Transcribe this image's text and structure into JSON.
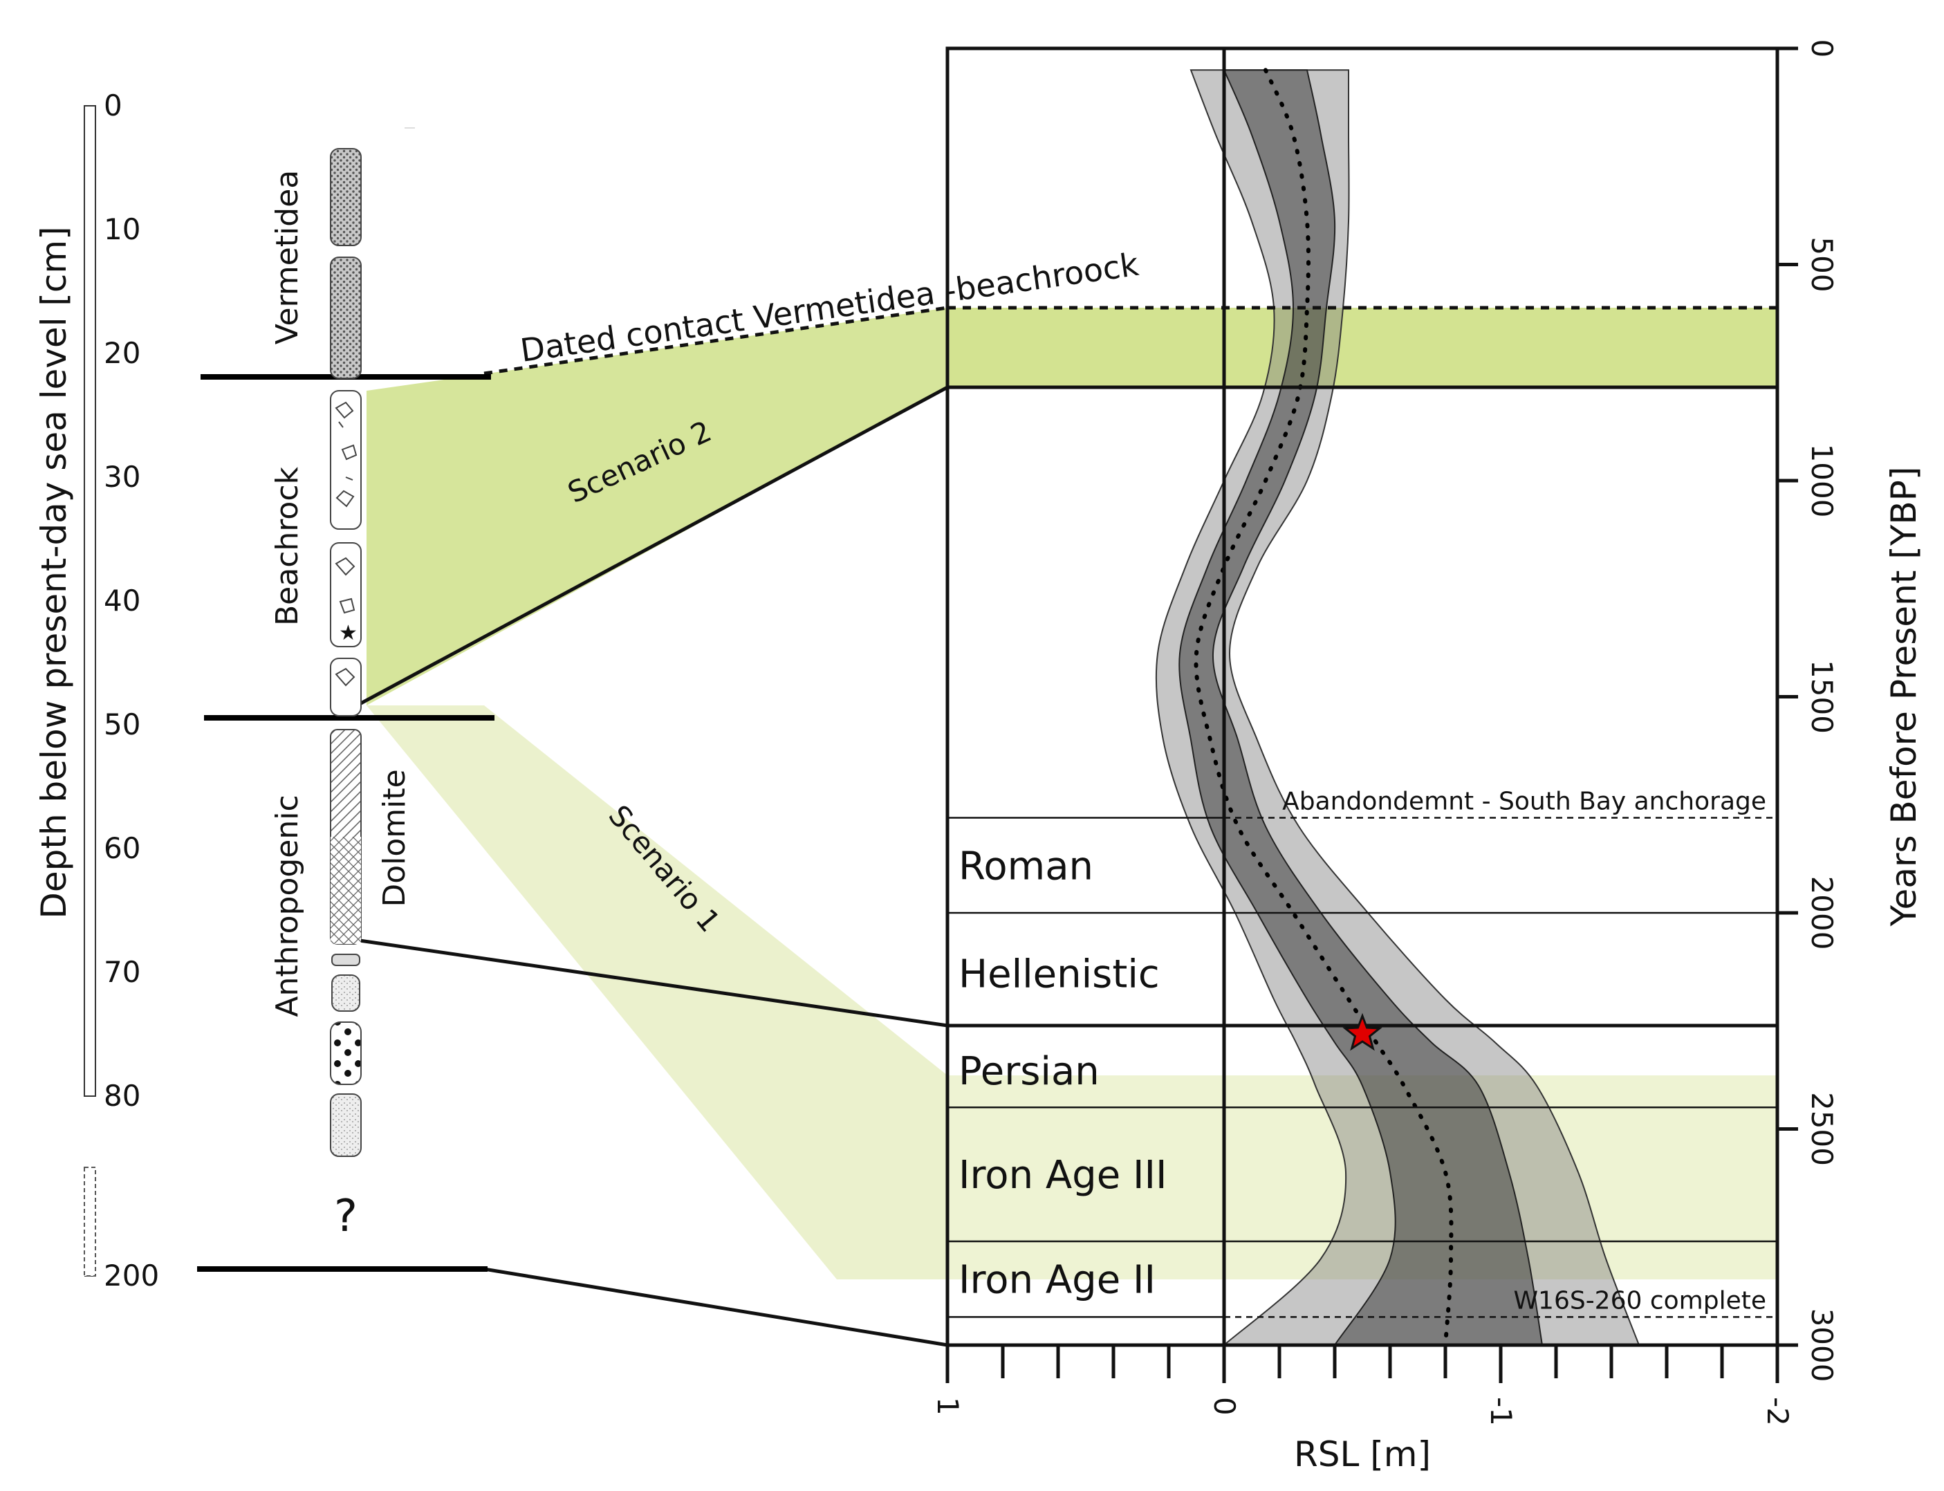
{
  "chart_data": {
    "type": "area",
    "title": "",
    "xlabel": "RSL [m]",
    "ylabel": "Years Before Present [YBP]",
    "xlim": [
      1,
      -2
    ],
    "ylim": [
      0,
      3000
    ],
    "x_ticks": [
      "1",
      "0",
      "-1",
      "-2"
    ],
    "x_ticks_minor": [
      1,
      0.8,
      0.6,
      0.4,
      0.2,
      0,
      -0.2,
      -0.4,
      -0.6,
      -0.8,
      -1,
      -1.2,
      -1.4,
      -1.6,
      -1.8,
      -2
    ],
    "y_ticks": [
      "0",
      "500",
      "1000",
      "1500",
      "2000",
      "2500",
      "3000"
    ],
    "depth_axis": {
      "label": "Depth below present-day sea level [cm]",
      "ticks": [
        "0",
        "10",
        "20",
        "30",
        "40",
        "50",
        "60",
        "70",
        "80",
        "200"
      ]
    },
    "rsl_curve": {
      "years": [
        50,
        200,
        400,
        600,
        800,
        1000,
        1200,
        1400,
        1600,
        1800,
        2000,
        2200,
        2300,
        2400,
        2600,
        2800,
        3000
      ],
      "median": [
        -0.15,
        -0.25,
        -0.3,
        -0.3,
        -0.27,
        -0.15,
        0,
        0.1,
        0.05,
        -0.05,
        -0.25,
        -0.45,
        -0.55,
        -0.65,
        -0.8,
        -0.82,
        -0.8
      ],
      "inner_lower": [
        0,
        -0.1,
        -0.2,
        -0.25,
        -0.2,
        -0.08,
        0.06,
        0.16,
        0.12,
        0.05,
        -0.12,
        -0.3,
        -0.4,
        -0.5,
        -0.6,
        -0.6,
        -0.4
      ],
      "inner_upper": [
        -0.3,
        -0.35,
        -0.4,
        -0.37,
        -0.33,
        -0.22,
        -0.07,
        0.04,
        -0.05,
        -0.15,
        -0.35,
        -0.6,
        -0.75,
        -0.92,
        -1.03,
        -1.1,
        -1.15
      ],
      "outer_lower": [
        0.12,
        0.03,
        -0.1,
        -0.18,
        -0.14,
        0,
        0.14,
        0.24,
        0.22,
        0.12,
        -0.04,
        -0.18,
        -0.26,
        -0.33,
        -0.44,
        -0.35,
        0.0
      ],
      "outer_upper": [
        -0.45,
        -0.45,
        -0.45,
        -0.43,
        -0.39,
        -0.3,
        -0.12,
        -0.02,
        -0.12,
        -0.27,
        -0.52,
        -0.8,
        -0.98,
        -1.13,
        -1.28,
        -1.38,
        -1.5
      ]
    },
    "marker_point": {
      "year": 2280,
      "rsl": -0.5
    },
    "periods": [
      {
        "name": "Roman",
        "start": 1780,
        "end": 2000
      },
      {
        "name": "Hellenistic",
        "start": 2000,
        "end": 2280
      },
      {
        "name": "Persian",
        "start": 2280,
        "end": 2450
      },
      {
        "name": "Iron Age III",
        "start": 2450,
        "end": 2760
      },
      {
        "name": "Iron Age II",
        "start": 2760,
        "end": 2935
      }
    ],
    "annotations": [
      {
        "text": "Abandondemnt - South Bay anchorage",
        "year": 1780
      },
      {
        "text": "W16S-260 complete",
        "year": 2935
      }
    ],
    "bands": [
      {
        "name": "Scenario 2",
        "start": 600,
        "end": 780
      },
      {
        "name": "Scenario 1",
        "start": 2390,
        "end": 2830
      }
    ],
    "contact_label": "Dated contact Vermetidea -beachroock",
    "layers": [
      "Vermetidea",
      "Beachrock",
      "Anthropogenic",
      "Dolomite"
    ],
    "unknown_mark": "?"
  }
}
